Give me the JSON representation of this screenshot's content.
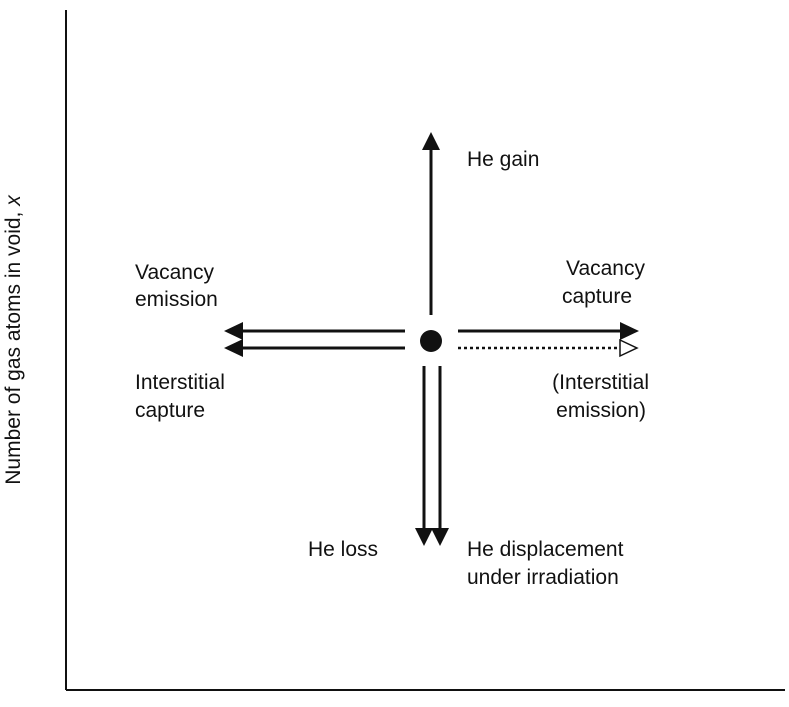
{
  "axes": {
    "y_label_main": "Number of gas atoms in void, ",
    "y_label_var": "x"
  },
  "labels": {
    "he_gain": "He gain",
    "vacancy_emission_1": "Vacancy",
    "vacancy_emission_2": "emission",
    "vacancy_capture_1": "Vacancy",
    "vacancy_capture_2": "capture",
    "interstitial_capture_1": "Interstitial",
    "interstitial_capture_2": "capture",
    "interstitial_emission_1": "(Interstitial",
    "interstitial_emission_2": "emission)",
    "he_loss": "He loss",
    "he_displacement_1": "He displacement",
    "he_displacement_2": "under irradiation"
  },
  "colors": {
    "ink": "#111111",
    "background": "#ffffff"
  }
}
